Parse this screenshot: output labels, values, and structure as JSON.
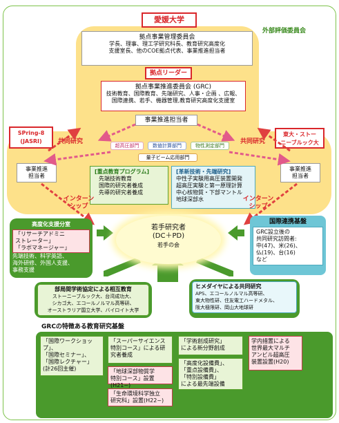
{
  "external_committee": "外部評価委員会",
  "ehime_univ": "愛媛大学",
  "kyoten_committee": {
    "title": "拠点事業管理委員会",
    "lines": [
      "学長、理事、理工学研究科長、教育研究高度化",
      "支援室長、他のCOE拠点代表、事業推進担当者"
    ]
  },
  "leader": "拠点リーダー",
  "grc_committee": {
    "title": "拠点事業推進委員会 (GRC)",
    "lines": [
      "技術教育、国際教育、先端研究、人事・企画 、広報、",
      "国際連携、若手、機器管理,教育研究高度化支援室"
    ]
  },
  "promoter": "事業推進担当者",
  "departments": [
    "超高圧部門",
    "数値計算部門",
    "物性測定部門"
  ],
  "beam_dept": "量子ビーム応用部門",
  "spring8": [
    "SPring-8",
    "(JASRI)"
  ],
  "stonybrook": [
    "東大・ストー",
    "ニーブルック大"
  ],
  "joint_research_left": "共同研究",
  "joint_research_right": "共同研究",
  "left_promoter": [
    "事業推進",
    "担当者"
  ],
  "right_promoter": [
    "事業推進",
    "担当者"
  ],
  "internship_left": [
    "インターン",
    "シップ"
  ],
  "internship_right": [
    "インターン",
    "シップ"
  ],
  "education_program": {
    "title": "[重点教育プログラム]",
    "lines": [
      "先端技術教育",
      "国際的研究者養成",
      "先導的研究者養成"
    ]
  },
  "advanced_research": {
    "title": "[革新技術・先端研究]",
    "lines": [
      "中性子実験用高圧装置開発",
      "超高圧実験と第一原理計算",
      "中心核物質・下部マントル",
      "地球深部水"
    ]
  },
  "young_researchers": [
    "若手研究者",
    "(DC＋PD)",
    "若手の会"
  ],
  "support_room": {
    "title": "高度化支援分室",
    "pink": [
      "「リサーチアドミニ",
      "ストレーター」",
      "「ラボマネージャー」"
    ],
    "lines": [
      "先端技術、科学英語、",
      "海外研修、外国人支援、",
      "事務支援"
    ]
  },
  "international_base": {
    "title": "国際連携基盤",
    "lines": [
      "GRC設立後の",
      "共同研究訪問者:",
      "中(47)、米(26)、",
      "仏(19)、台(16)",
      "など"
    ]
  },
  "interdept_agreement": {
    "title": "部局間学術協定による相互教育",
    "lines": [
      "ストーニーブルック大、台湾成功大、",
      "シカゴ大、エコールノルマル高等研、",
      "オーストラリア国立大学、バイロイト大学"
    ]
  },
  "himeda_joint": {
    "title": "ヒメダイヤによる共同研究",
    "lines": [
      "APS、エコールノルマル高等研、",
      "東大物性研、住友電工ハードメタル、",
      "阪大極限研、岡山大地球研"
    ]
  },
  "grc_base_title": "GRCの特徴ある教育研究基盤",
  "base_items": {
    "workshop": [
      "「国際ワークショップ」、",
      "「国際セミナー」、",
      "「国際レクチャー」",
      "(計26回主催)"
    ],
    "super_science": [
      "「スーパーサイエンス",
      "特別コース」による研",
      "究者養成"
    ],
    "deep_earth_course": [
      "「地球深部物質学",
      "特別コース」設置(H21~)"
    ],
    "life_env": [
      "「生命環境科学独立",
      "研究科」設置(H22~)"
    ],
    "academic_creation": [
      "「学術創成研究」",
      "による新分野創成"
    ],
    "special_budget": [
      "学内措置による",
      "世界最大マルチ",
      "アンビル超高圧",
      "装置設置(H20)"
    ],
    "equipment": [
      "「高度化設備費」、",
      "「重点設備費」、",
      "「特別設備費」",
      "による最先端設備"
    ]
  }
}
